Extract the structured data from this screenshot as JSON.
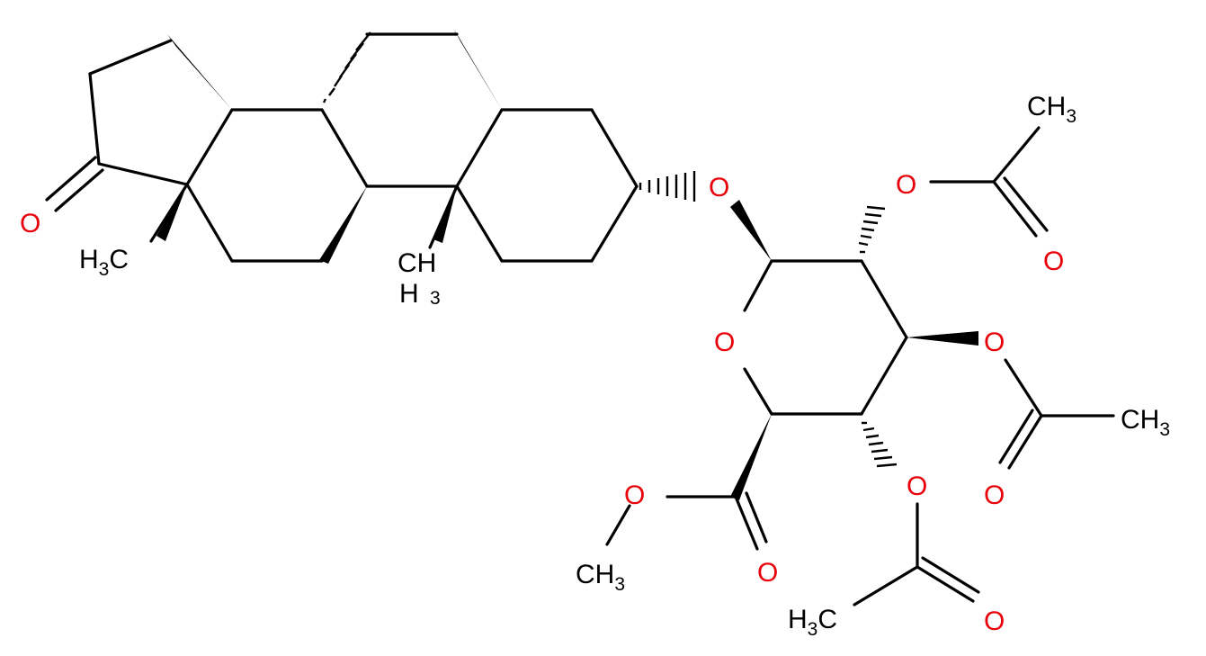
{
  "colors": {
    "carbon": "#000000",
    "oxygen": "#e8000b",
    "background": "#ffffff"
  },
  "labels": {
    "ketone_o": "O",
    "methyl_c13": "H3C",
    "methyl_c10": "CH3",
    "ether_o": "O",
    "ring_o": "O",
    "ester_o_single": "O",
    "ester_o_double": "O",
    "methoxy_ch3": "CH3",
    "acetyl1_o": "O",
    "acetyl1_o_double": "O",
    "acetyl1_ch3": "CH3",
    "acetyl2_o": "O",
    "acetyl2_o_double": "O",
    "acetyl2_ch3": "CH3",
    "acetyl3_o": "O",
    "acetyl3_o_double": "O",
    "acetyl3_ch3": "H3C"
  }
}
